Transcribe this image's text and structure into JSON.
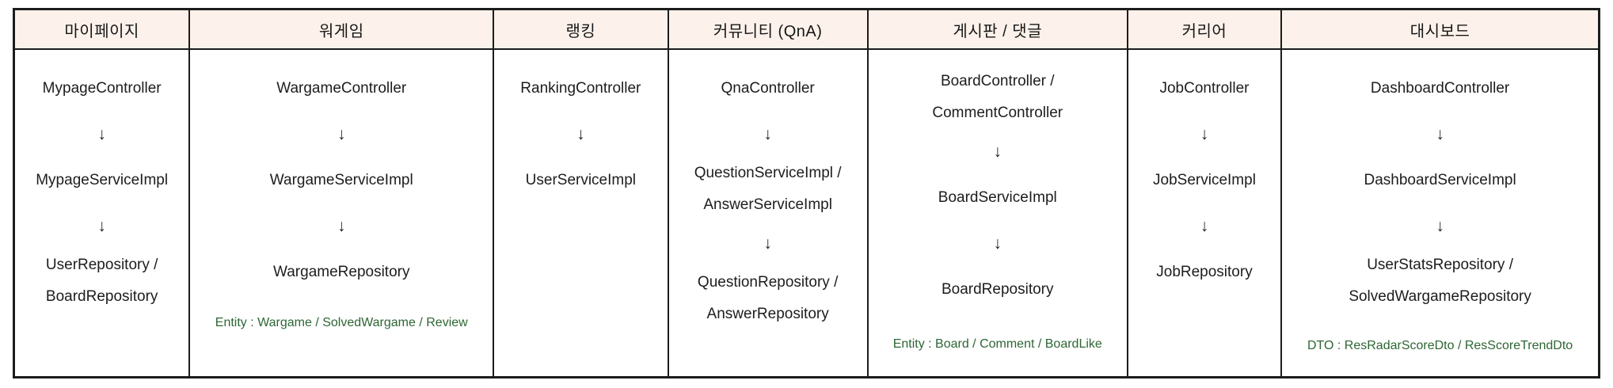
{
  "diagram": {
    "type": "layered-architecture-table",
    "header_bg": "#fdf2eb",
    "border_color": "#1c1c1c",
    "text_color": "#1d1d1f",
    "annotation_color": "#2d6634",
    "arrow_glyph": "↓",
    "columns": [
      {
        "id": "mypage",
        "header": "마이페이지",
        "flow": [
          {
            "type": "class",
            "lines": [
              "MypageController"
            ]
          },
          {
            "type": "arrow",
            "glyph": "↓"
          },
          {
            "type": "class",
            "lines": [
              "MypageServiceImpl"
            ]
          },
          {
            "type": "arrow",
            "glyph": "↓"
          },
          {
            "type": "class",
            "lines": [
              "UserRepository /",
              "BoardRepository"
            ]
          }
        ],
        "annotation": null
      },
      {
        "id": "wargame",
        "header": "워게임",
        "flow": [
          {
            "type": "class",
            "lines": [
              "WargameController"
            ]
          },
          {
            "type": "arrow",
            "glyph": "↓"
          },
          {
            "type": "class",
            "lines": [
              "WargameServiceImpl"
            ]
          },
          {
            "type": "arrow",
            "glyph": "↓"
          },
          {
            "type": "class",
            "lines": [
              "WargameRepository"
            ]
          }
        ],
        "annotation": "Entity : Wargame / SolvedWargame / Review"
      },
      {
        "id": "ranking",
        "header": "랭킹",
        "flow": [
          {
            "type": "class",
            "lines": [
              "RankingController"
            ]
          },
          {
            "type": "arrow",
            "glyph": "↓"
          },
          {
            "type": "class",
            "lines": [
              "UserServiceImpl"
            ]
          }
        ],
        "annotation": null
      },
      {
        "id": "qna",
        "header": "커뮤니티 (QnA)",
        "flow": [
          {
            "type": "class",
            "lines": [
              "QnaController"
            ]
          },
          {
            "type": "arrow",
            "glyph": "↓"
          },
          {
            "type": "class",
            "lines": [
              "QuestionServiceImpl /",
              "AnswerServiceImpl"
            ]
          },
          {
            "type": "arrow",
            "glyph": "↓"
          },
          {
            "type": "class",
            "lines": [
              "QuestionRepository /",
              "AnswerRepository"
            ]
          }
        ],
        "annotation": null
      },
      {
        "id": "board",
        "header": "게시판 / 댓글",
        "flow": [
          {
            "type": "class",
            "lines": [
              "BoardController /",
              "CommentController"
            ]
          },
          {
            "type": "arrow",
            "glyph": "↓"
          },
          {
            "type": "class",
            "lines": [
              "BoardServiceImpl"
            ]
          },
          {
            "type": "arrow",
            "glyph": "↓"
          },
          {
            "type": "class",
            "lines": [
              "BoardRepository"
            ]
          }
        ],
        "annotation": "Entity : Board / Comment / BoardLike"
      },
      {
        "id": "career",
        "header": "커리어",
        "flow": [
          {
            "type": "class",
            "lines": [
              "JobController"
            ]
          },
          {
            "type": "arrow",
            "glyph": "↓"
          },
          {
            "type": "class",
            "lines": [
              "JobServiceImpl"
            ]
          },
          {
            "type": "arrow",
            "glyph": "↓"
          },
          {
            "type": "class",
            "lines": [
              "JobRepository"
            ]
          }
        ],
        "annotation": null
      },
      {
        "id": "dashboard",
        "header": "대시보드",
        "flow": [
          {
            "type": "class",
            "lines": [
              "DashboardController"
            ]
          },
          {
            "type": "arrow",
            "glyph": "↓"
          },
          {
            "type": "class",
            "lines": [
              "DashboardServiceImpl"
            ]
          },
          {
            "type": "arrow",
            "glyph": "↓"
          },
          {
            "type": "class",
            "lines": [
              "UserStatsRepository /",
              "SolvedWargameRepository"
            ]
          }
        ],
        "annotation": "DTO : ResRadarScoreDto / ResScoreTrendDto"
      }
    ]
  }
}
